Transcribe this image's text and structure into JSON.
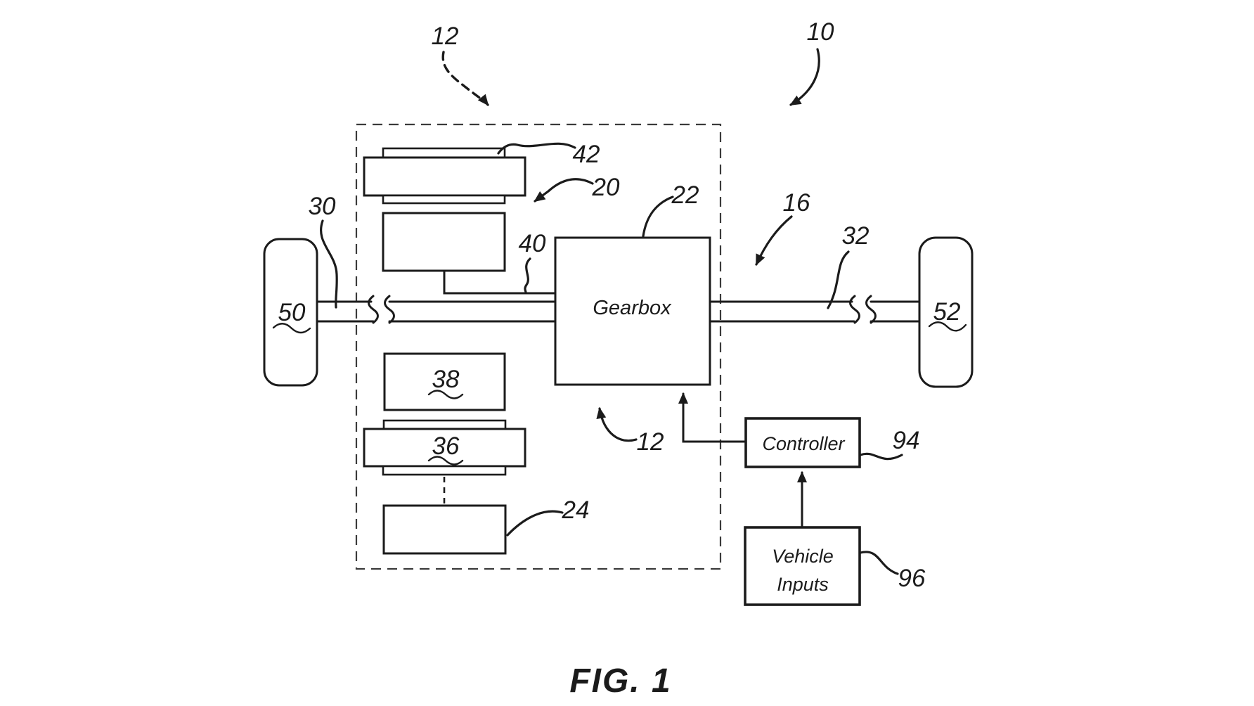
{
  "figure": {
    "caption": "FIG. 1"
  },
  "blocks": {
    "gearbox_label": "Gearbox",
    "controller_label": "Controller",
    "vehicle_inputs_line1": "Vehicle",
    "vehicle_inputs_line2": "Inputs"
  },
  "reference_numerals": {
    "drive_unit_top": "12",
    "system": "10",
    "clutch_plate": "42",
    "clutch_assembly": "20",
    "gearbox": "22",
    "input_shaft": "40",
    "left_axle": "30",
    "axle_line": "16",
    "right_axle": "32",
    "left_wheel": "50",
    "right_wheel": "52",
    "block_38": "38",
    "block_36": "36",
    "block_24": "24",
    "drive_unit_mid": "12",
    "controller": "94",
    "vehicle_inputs": "96"
  },
  "colors": {
    "ink": "#1b1b1b",
    "background": "#ffffff"
  }
}
